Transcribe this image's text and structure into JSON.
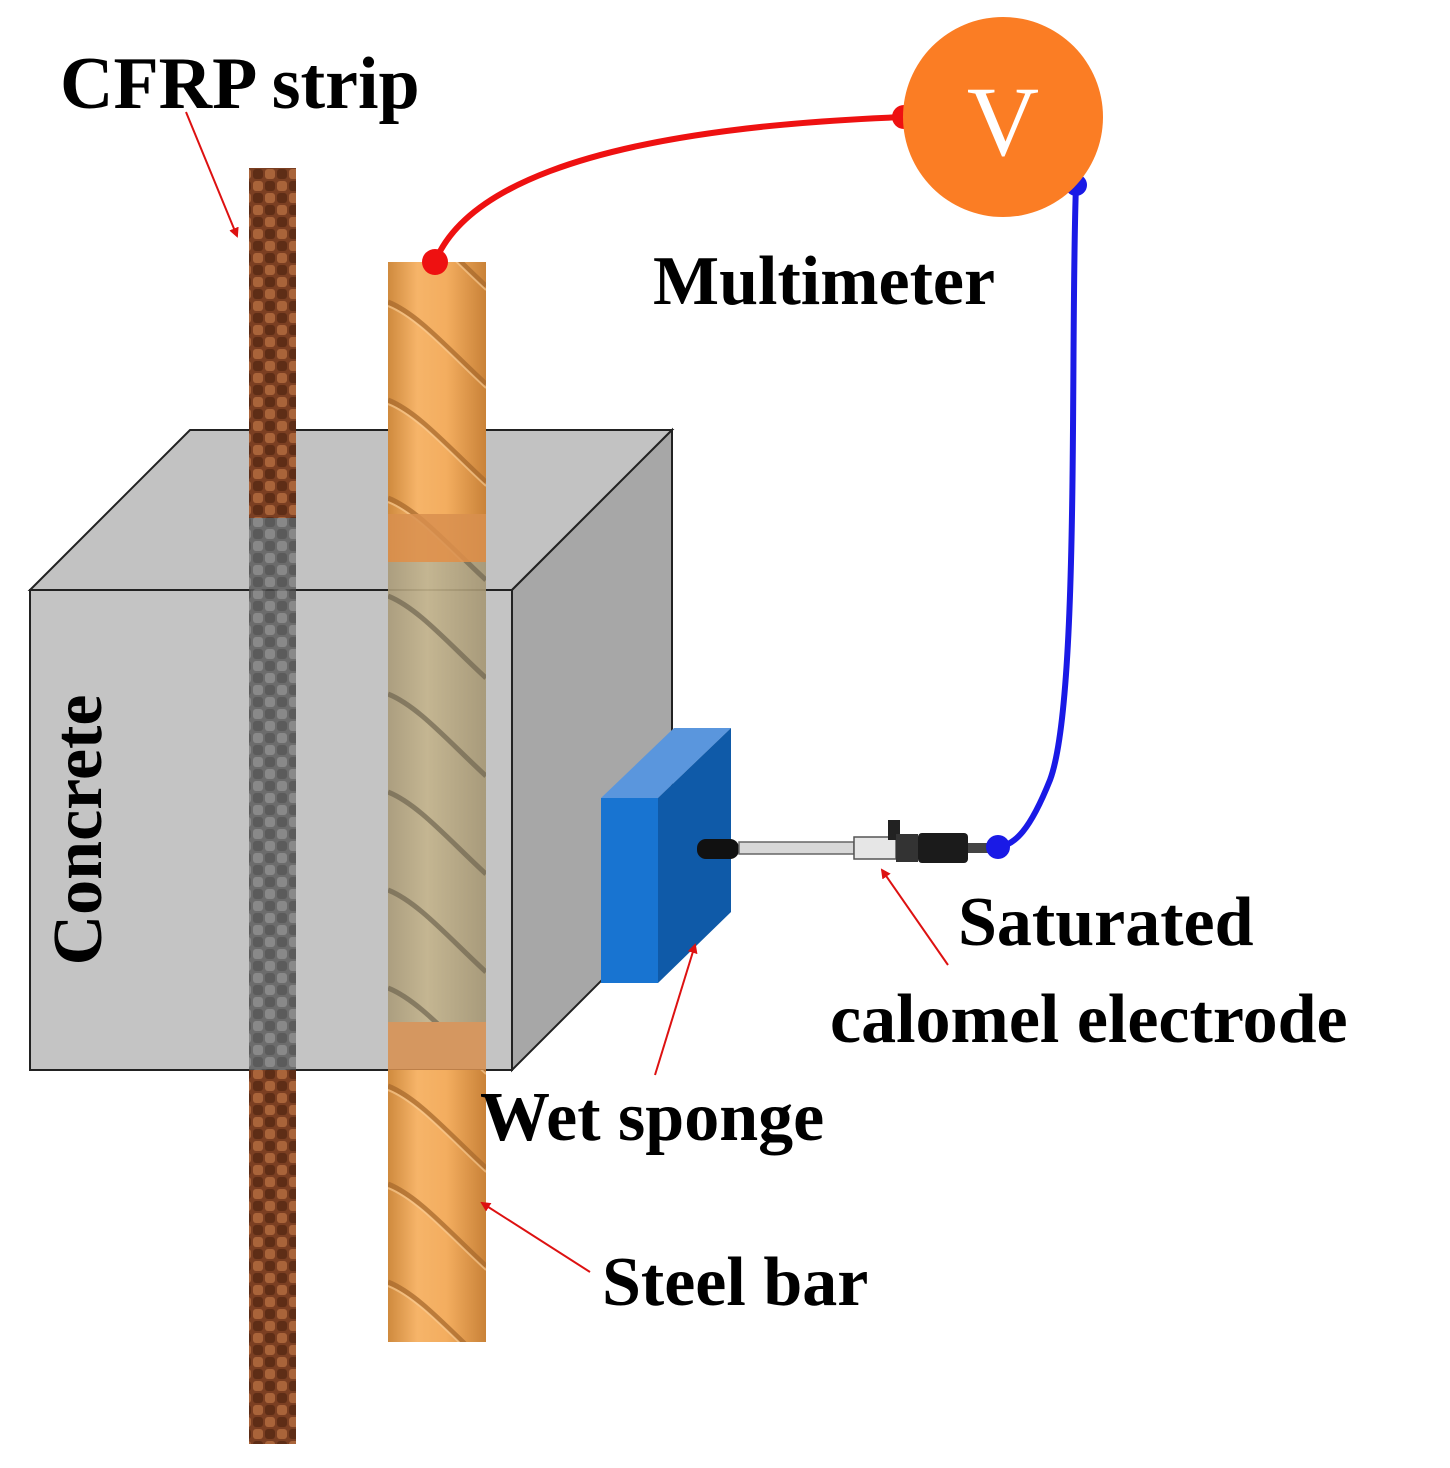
{
  "labels": {
    "cfrp": "CFRP strip",
    "multimeter": "Multimeter",
    "voltmeter_symbol": "V",
    "concrete": "Concrete",
    "electrode_line1": "Saturated",
    "electrode_line2": "calomel electrode",
    "sponge": "Wet sponge",
    "steel": "Steel bar"
  },
  "colors": {
    "background": "#ffffff",
    "voltmeter": "#fb7d24",
    "positive_wire": "#ee1111",
    "negative_wire": "#1a1ae6",
    "arrow": "#dd1111",
    "concrete_front": "#c4c4c4",
    "concrete_top": "#c2c2c2",
    "concrete_side": "#a7a7a7",
    "sponge_front": "#1874d1",
    "sponge_side": "#0f5aa8",
    "steel": "#f0a95a",
    "cfrp": "#7a3e22"
  },
  "icons": {
    "voltmeter": "voltmeter-icon",
    "electrode": "electrode-probe-icon"
  }
}
